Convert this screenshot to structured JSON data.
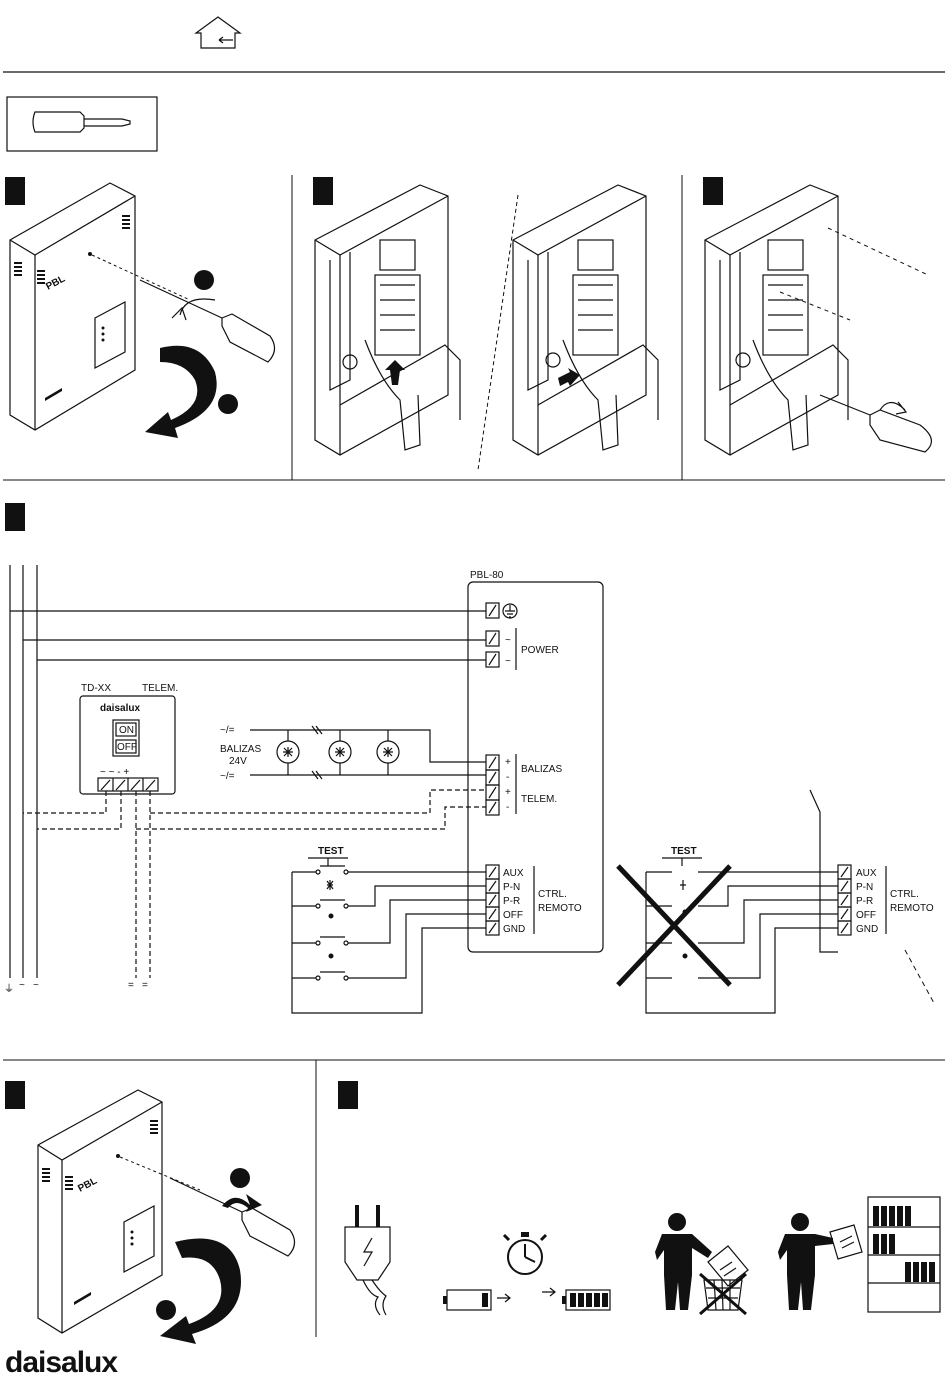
{
  "logo": {
    "brand": "daisalux"
  },
  "wiring": {
    "device_name": "PBL-80",
    "terminals": {
      "power_label": "POWER",
      "balizas_label": "BALIZAS",
      "telem_label": "TELEM.",
      "ctrl_label_1": "CTRL.",
      "ctrl_label_2": "REMOTO",
      "aux": "AUX",
      "pn": "P-N",
      "pr": "P-R",
      "off": "OFF",
      "gnd": "GND",
      "plus": "+",
      "minus": "-",
      "tilde": "~"
    },
    "telemando": {
      "model": "TD-XX",
      "label": "TELEM.",
      "brand": "daisalux",
      "on": "ON",
      "off": "OFF",
      "terminal_marks": "~ ~ - +"
    },
    "beacons": {
      "label_1": "BALIZAS",
      "label_2": "24V",
      "supply_mark": "~/="
    },
    "test_label": "TEST",
    "left_bus_marks": {
      "earth": "⏚",
      "ac": "~",
      "dc": "="
    }
  },
  "colors": {
    "line": "#111111",
    "background": "#ffffff"
  },
  "icons": [
    "house-icon",
    "screwdriver-icon",
    "plug-icon",
    "stopwatch-icon",
    "battery-icon",
    "recycle-bin-icon",
    "person-icon",
    "shelf-icon"
  ]
}
